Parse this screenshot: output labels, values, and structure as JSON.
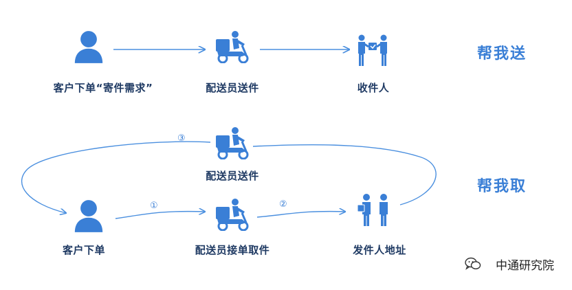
{
  "send": {
    "title": "帮我送",
    "customer_label": "客户下单“寄件需求”",
    "courier_label": "配送员送件",
    "receiver_label": "收件人"
  },
  "fetch": {
    "title": "帮我取",
    "customer_label": "客户下单",
    "courier_pickup_label": "配送员接单取件",
    "sender_label": "发件人地址",
    "courier_deliver_label": "配送员送件",
    "step1": "①",
    "step2": "②",
    "step3": "③"
  },
  "watermark": {
    "text": "中通研究院",
    "icon": "wechat-icon"
  },
  "colors": {
    "icon_blue": "#3a7fd6",
    "line_blue": "#4a8fdf",
    "label_dark": "#1f3a63"
  }
}
